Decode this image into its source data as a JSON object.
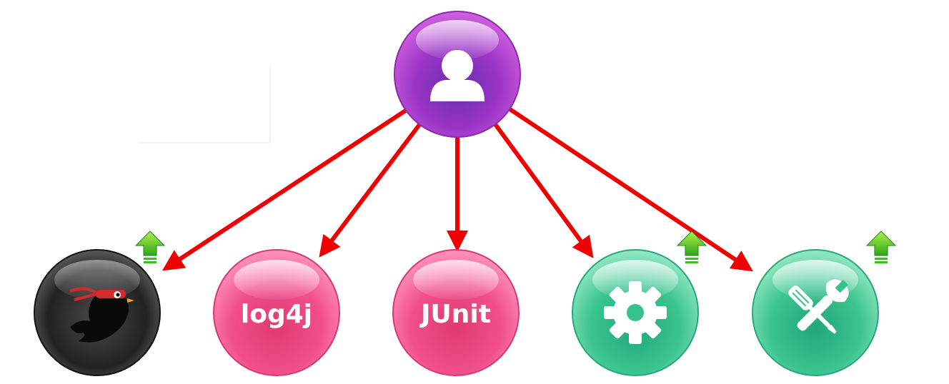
{
  "colors": {
    "arrow": "#ee0000",
    "purple": "#b43fd0",
    "pink": "#f0508e",
    "teal": "#37c28c",
    "dark": "#2b2b2b",
    "upgrade_arrow": "#3cbf1e"
  },
  "diagram": {
    "root": {
      "icon": "user-icon",
      "color": "purple"
    },
    "children": [
      {
        "id": "mockito",
        "icon": "ninja-bird-icon",
        "label": "",
        "color": "dark",
        "upgrade": true
      },
      {
        "id": "log4j",
        "icon": "",
        "label": "log4j",
        "color": "pink",
        "upgrade": false
      },
      {
        "id": "junit",
        "icon": "",
        "label": "JUnit",
        "color": "pink",
        "upgrade": false
      },
      {
        "id": "settings",
        "icon": "gear-icon",
        "label": "",
        "color": "teal",
        "upgrade": true
      },
      {
        "id": "tools",
        "icon": "wrench-screwdriver-icon",
        "label": "",
        "color": "teal",
        "upgrade": true
      }
    ]
  }
}
